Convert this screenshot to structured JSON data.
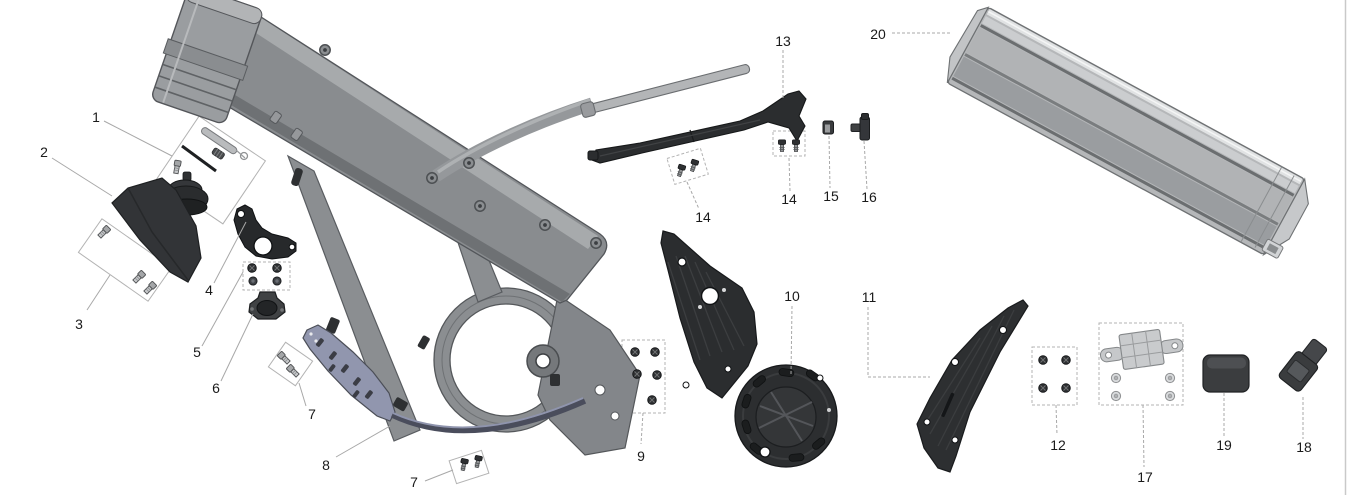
{
  "diagram": {
    "type": "exploded-parts-diagram",
    "subject": "electric-bike-frame-battery-and-covers",
    "colors": {
      "background": "#ffffff",
      "frame_gray": "#8e9194",
      "dark_part": "#2c2e30",
      "guard_blue_gray": "#9096ae",
      "battery_silver": "#b4b6b8",
      "callout_line": "#a8a8a8",
      "label_text": "#1a1a1a"
    },
    "callouts": [
      {
        "label": "1",
        "part": "bell-and-hardware-kit"
      },
      {
        "label": "2",
        "part": "upper-frame-cover"
      },
      {
        "label": "3",
        "part": "screw-kit-3pc"
      },
      {
        "label": "4",
        "part": "mounting-bracket"
      },
      {
        "label": "5",
        "part": "screw-kit-4pc"
      },
      {
        "label": "6",
        "part": "rubber-port-cover"
      },
      {
        "label": "7",
        "part": "bolt-kit-2pc-upper"
      },
      {
        "label": "8",
        "part": "chain-guide-guard"
      },
      {
        "label": "7",
        "part": "bolt-kit-2pc-lower"
      },
      {
        "label": "9",
        "part": "screw-kit-5pc"
      },
      {
        "label": "10",
        "part": "motor-chain-guard-cover"
      },
      {
        "label": "11",
        "part": "side-panel"
      },
      {
        "label": "12",
        "part": "screw-kit-4pc"
      },
      {
        "label": "13",
        "part": "battery-rail-guard"
      },
      {
        "label": "14",
        "part": "screw-kit-2pc-left"
      },
      {
        "label": "14",
        "part": "screw-kit-2pc-right"
      },
      {
        "label": "15",
        "part": "rubber-spacer"
      },
      {
        "label": "16",
        "part": "connector-plug"
      },
      {
        "label": "17",
        "part": "bracket-kit-with-washers"
      },
      {
        "label": "18",
        "part": "charge-port-plug"
      },
      {
        "label": "19",
        "part": "rubber-cap"
      },
      {
        "label": "20",
        "part": "battery-pack"
      }
    ]
  }
}
